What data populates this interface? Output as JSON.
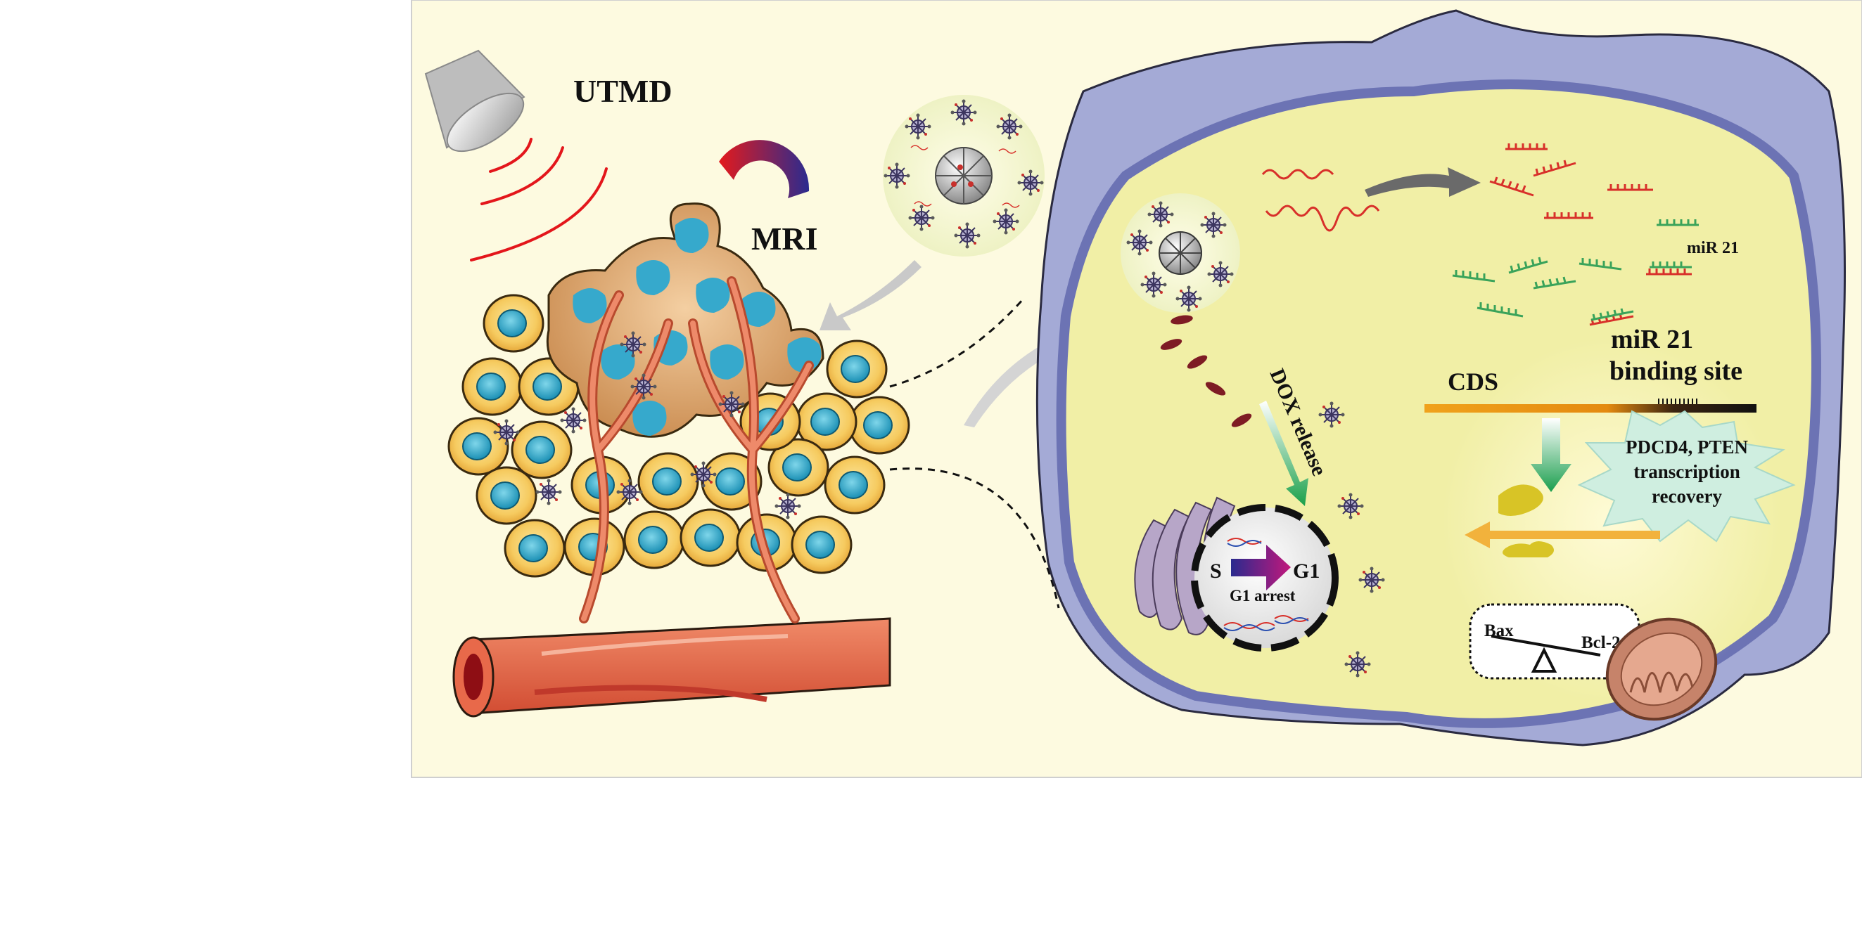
{
  "labels": {
    "utmd": "UTMD",
    "mri": "MRI",
    "dox_release": "DOX release",
    "cds": "CDS",
    "mir21": "miR 21",
    "mir21_binding_line1": "miR 21",
    "mir21_binding_line2": "binding site",
    "recovery_line1": "PDCD4, PTEN",
    "recovery_line2": "transcription",
    "recovery_line3": "recovery",
    "phase_s": "S",
    "phase_g1": "G1",
    "g1_arrest": "G1 arrest",
    "bax": "Bax",
    "bcl2": "Bcl-2"
  },
  "colors": {
    "panel_bg": "#fdfae0",
    "cell_membrane": "#8c93c8",
    "cytoplasm": "#f1efa6",
    "ultrasound_wave": "#e3161b",
    "blood_vessel": "#e8694a",
    "tumor_cell": "#f4c255",
    "nucleus": "#2ba6c6",
    "mirna_red": "#d8302a",
    "mirna_green": "#3aa35a",
    "cds_orange": "#f0a21c",
    "dox_drop": "#7e1c24"
  }
}
